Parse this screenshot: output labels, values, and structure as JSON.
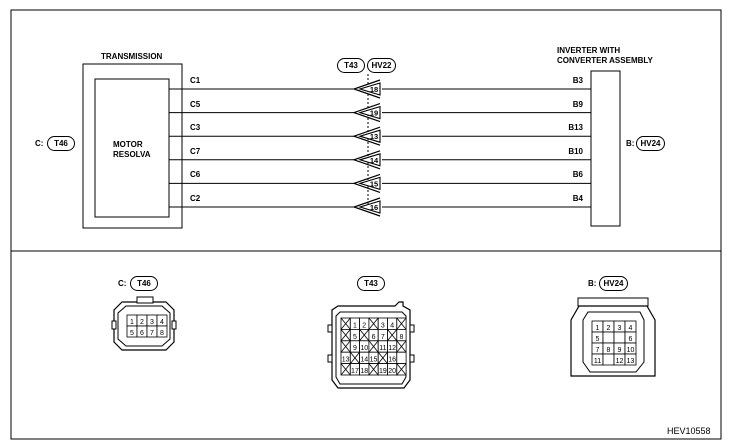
{
  "transmission": {
    "title": "TRANSMISSION",
    "inner_label_1": "MOTOR",
    "inner_label_2": "RESOLVA",
    "conn_prefix": "C:",
    "conn_name": "T46"
  },
  "inverter": {
    "title_1": "INVERTER WITH",
    "title_2": "CONVERTER ASSEMBLY",
    "conn_prefix": "B:",
    "conn_name": "HV24"
  },
  "joint": {
    "left": "T43",
    "right": "HV22"
  },
  "wires": [
    {
      "left": "C1",
      "mid": "18",
      "right": "B3"
    },
    {
      "left": "C5",
      "mid": "19",
      "right": "B9"
    },
    {
      "left": "C3",
      "mid": "13",
      "right": "B13"
    },
    {
      "left": "C7",
      "mid": "14",
      "right": "B10"
    },
    {
      "left": "C6",
      "mid": "15",
      "right": "B6"
    },
    {
      "left": "C2",
      "mid": "16",
      "right": "B4"
    }
  ],
  "connectors": {
    "c": {
      "prefix": "C:",
      "name": "T46",
      "rows": [
        [
          "1",
          "2",
          "3",
          "4"
        ],
        [
          "5",
          "6",
          "7",
          "8"
        ]
      ]
    },
    "t43": {
      "name": "T43",
      "rows": [
        [
          "X",
          "1",
          "2",
          "X",
          "3",
          "4",
          "X"
        ],
        [
          "X",
          "5",
          "X",
          "6",
          "7",
          "X",
          "8"
        ],
        [
          "X",
          "9",
          "10",
          "X",
          "11",
          "12",
          "X"
        ],
        [
          "13",
          "X",
          "14",
          "15",
          "X",
          "16",
          ""
        ],
        [
          "X",
          "17",
          "18",
          "X",
          "19",
          "20",
          "X"
        ]
      ]
    },
    "b": {
      "prefix": "B:",
      "name": "HV24",
      "rows": [
        [
          "1",
          "2",
          "3",
          "4"
        ],
        [
          "5",
          "",
          "",
          "6"
        ],
        [
          "7",
          "8",
          "9",
          "10"
        ],
        [
          "11",
          "",
          "12",
          "13"
        ]
      ]
    }
  },
  "figure_id": "HEV10558"
}
